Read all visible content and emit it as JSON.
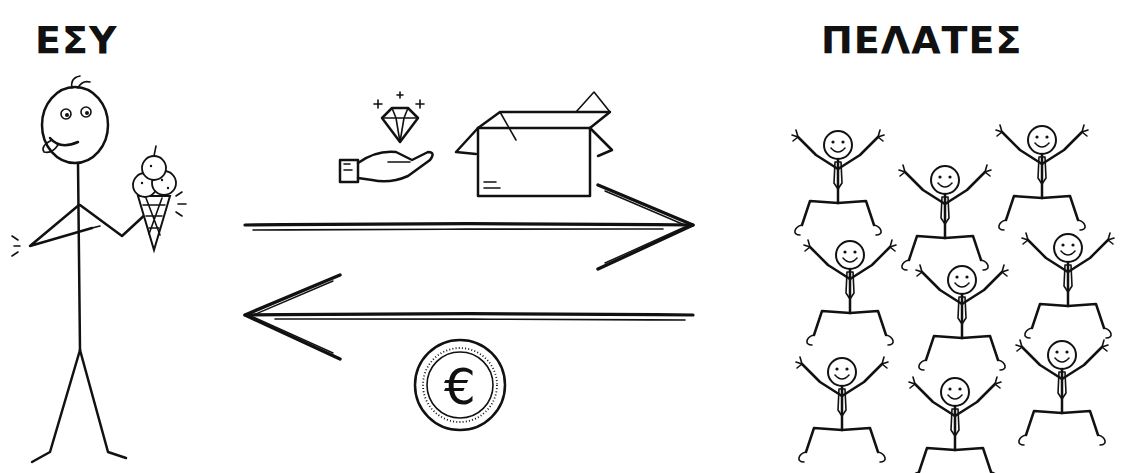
{
  "diagram": {
    "nodes": [
      {
        "text": [
          "ΕΣΥ"
        ]
      },
      {
        "text": [
          "ΠΕΛΑΤΕΣ"
        ]
      }
    ],
    "edges": [
      {
        "from": 0,
        "to": 1,
        "arrow": "to"
      },
      {
        "from": 1,
        "to": 0,
        "arrow": "to"
      }
    ],
    "labels": [
      "€"
    ]
  }
}
